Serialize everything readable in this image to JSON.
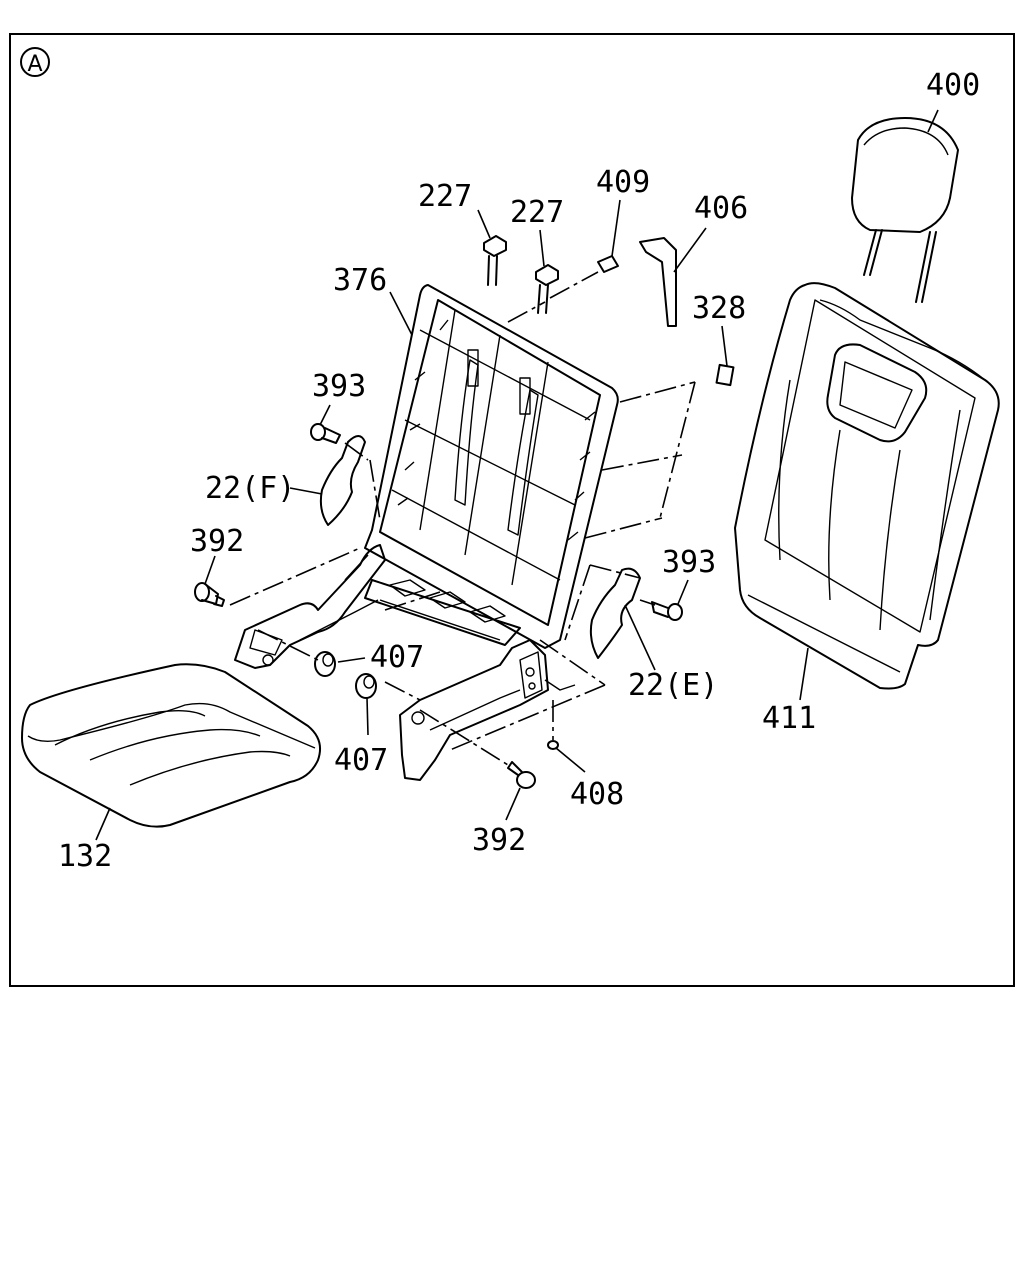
{
  "view_marker": "A",
  "labels": {
    "p400": "400",
    "p227a": "227",
    "p227b": "227",
    "p409": "409",
    "p406": "406",
    "p376": "376",
    "p328": "328",
    "p393a": "393",
    "p22f": "22(F)",
    "p392a": "392",
    "p393b": "393",
    "p407a": "407",
    "p22e": "22(E)",
    "p411": "411",
    "p407b": "407",
    "p408": "408",
    "p392b": "392",
    "p132": "132"
  }
}
